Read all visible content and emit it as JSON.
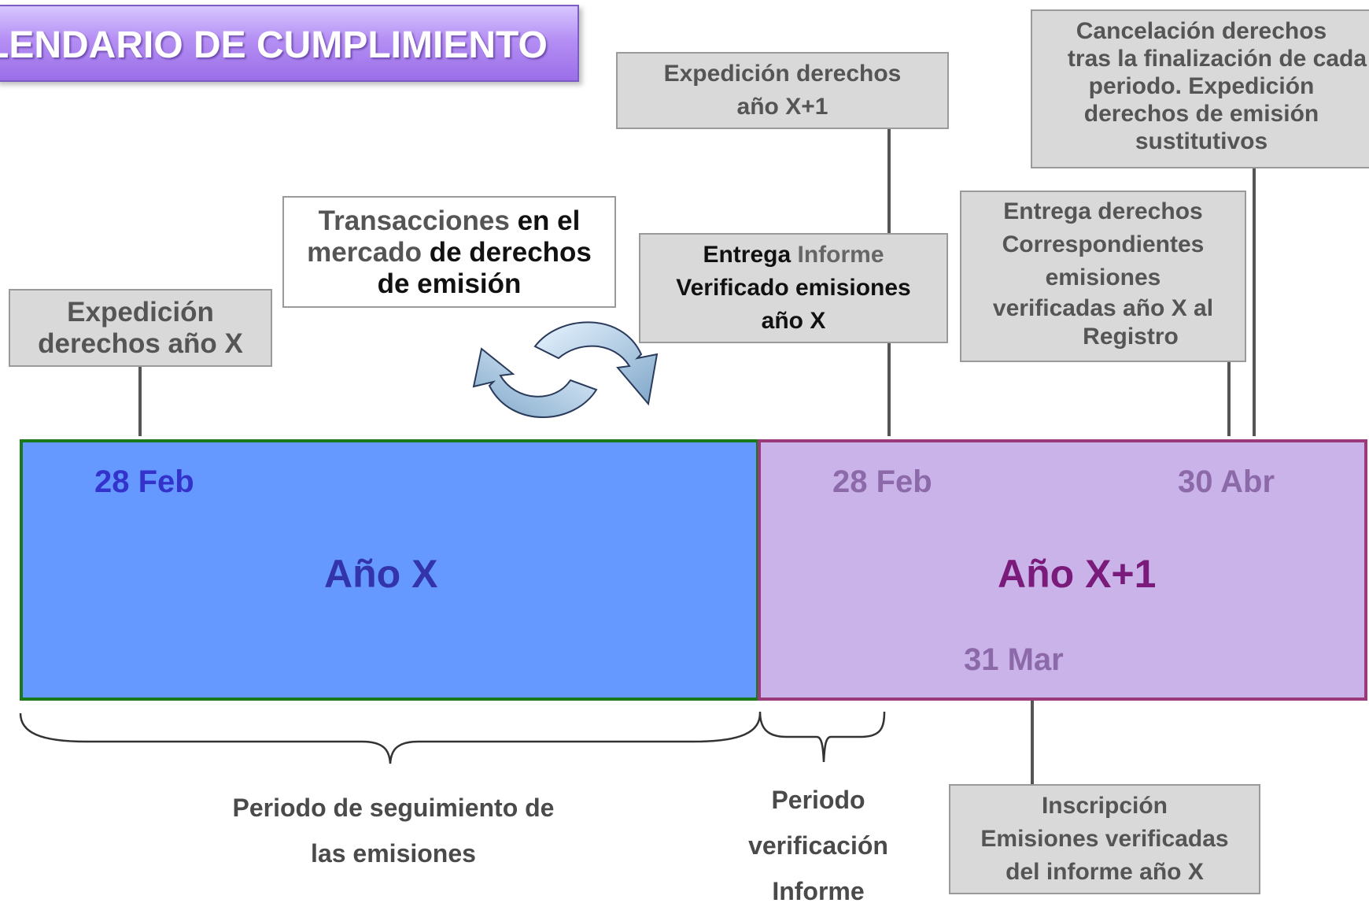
{
  "title": "LENDARIO DE CUMPLIMIENTO",
  "colors": {
    "year_x_fill": "#6699ff",
    "year_x_border": "#1a7a1a",
    "year_x1_fill": "#c9b3e8",
    "year_x1_border": "#9a3a7a",
    "year_x_text": "#3333aa",
    "year_x1_text": "#7a1a7a",
    "date_x1_text": "#8c6aaa"
  },
  "boxes": {
    "expedicion_x": [
      "Expedición",
      "derechos año X"
    ],
    "transacciones": {
      "line1_a": "Transacciones",
      "line1_b": " en el",
      "line2_a": "mercado",
      "line2_b": " de derechos",
      "line3": "de emisión"
    },
    "expedicion_x1": [
      "Expedición derechos",
      "año X+1"
    ],
    "entrega_informe": {
      "line1_a": "Entrega",
      "line1_b": " Informe",
      "line2": "Verificado emisiones",
      "line3": "año X"
    },
    "cancelacion": [
      "Cancelación derechos",
      "tras la finalización de cada",
      "periodo. Expedición",
      "derechos de emisión",
      "sustitutivos"
    ],
    "entrega_derechos": [
      "Entrega derechos",
      "Correspondientes",
      "emisiones",
      "verificadas año X al",
      "Registro"
    ],
    "inscripcion": [
      "Inscripción",
      "Emisiones verificadas",
      "del informe año X"
    ]
  },
  "timeline": {
    "year_x": {
      "label": "Año X",
      "date": "28 Feb"
    },
    "year_x1": {
      "label": "Año X+1",
      "date_feb": "28 Feb",
      "date_abr": "30 Abr",
      "date_mar": "31 Mar"
    }
  },
  "periods": {
    "seguimiento": [
      "Periodo de seguimiento de",
      "las emisiones"
    ],
    "verificacion": [
      "Periodo",
      "verificación",
      "Informe"
    ]
  },
  "icons": [
    "cycle-arrows-icon"
  ]
}
